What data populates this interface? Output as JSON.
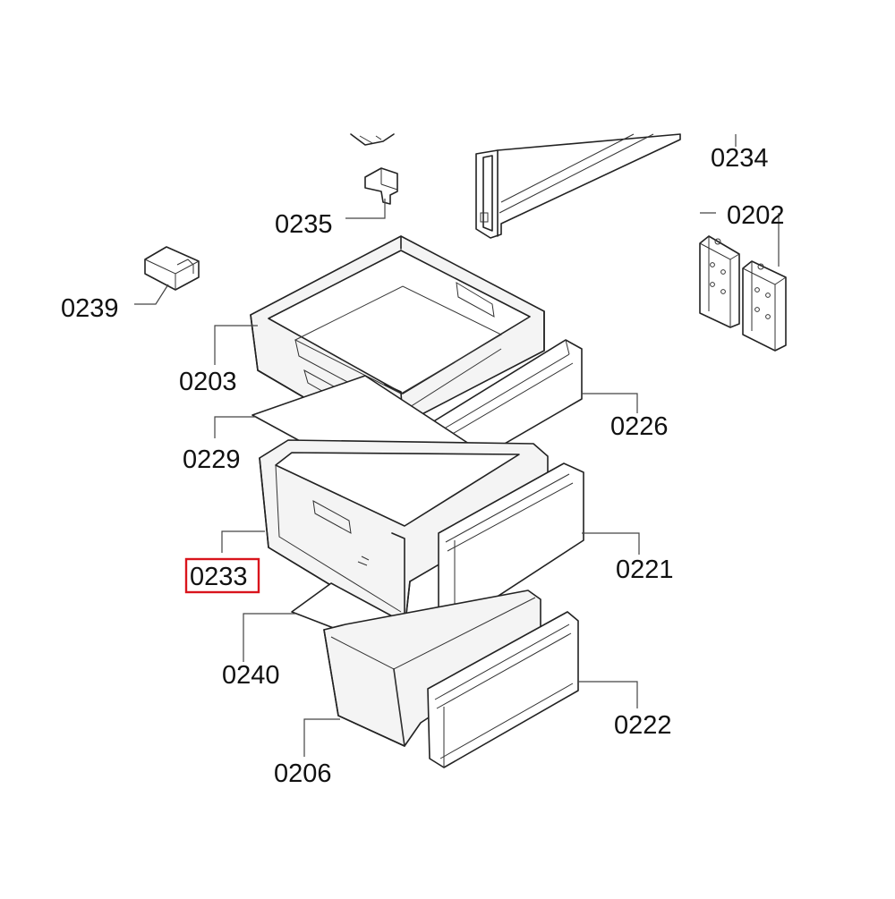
{
  "diagram": {
    "highlight_color": "#d9141c",
    "labels": {
      "p0234": "0234",
      "p0235": "0235",
      "p0202": "0202",
      "p0239": "0239",
      "p0203": "0203",
      "p0226": "0226",
      "p0229": "0229",
      "p0233": "0233",
      "p0221": "0221",
      "p0240": "0240",
      "p0222": "0222",
      "p0206": "0206"
    },
    "highlighted_part": "0233"
  }
}
